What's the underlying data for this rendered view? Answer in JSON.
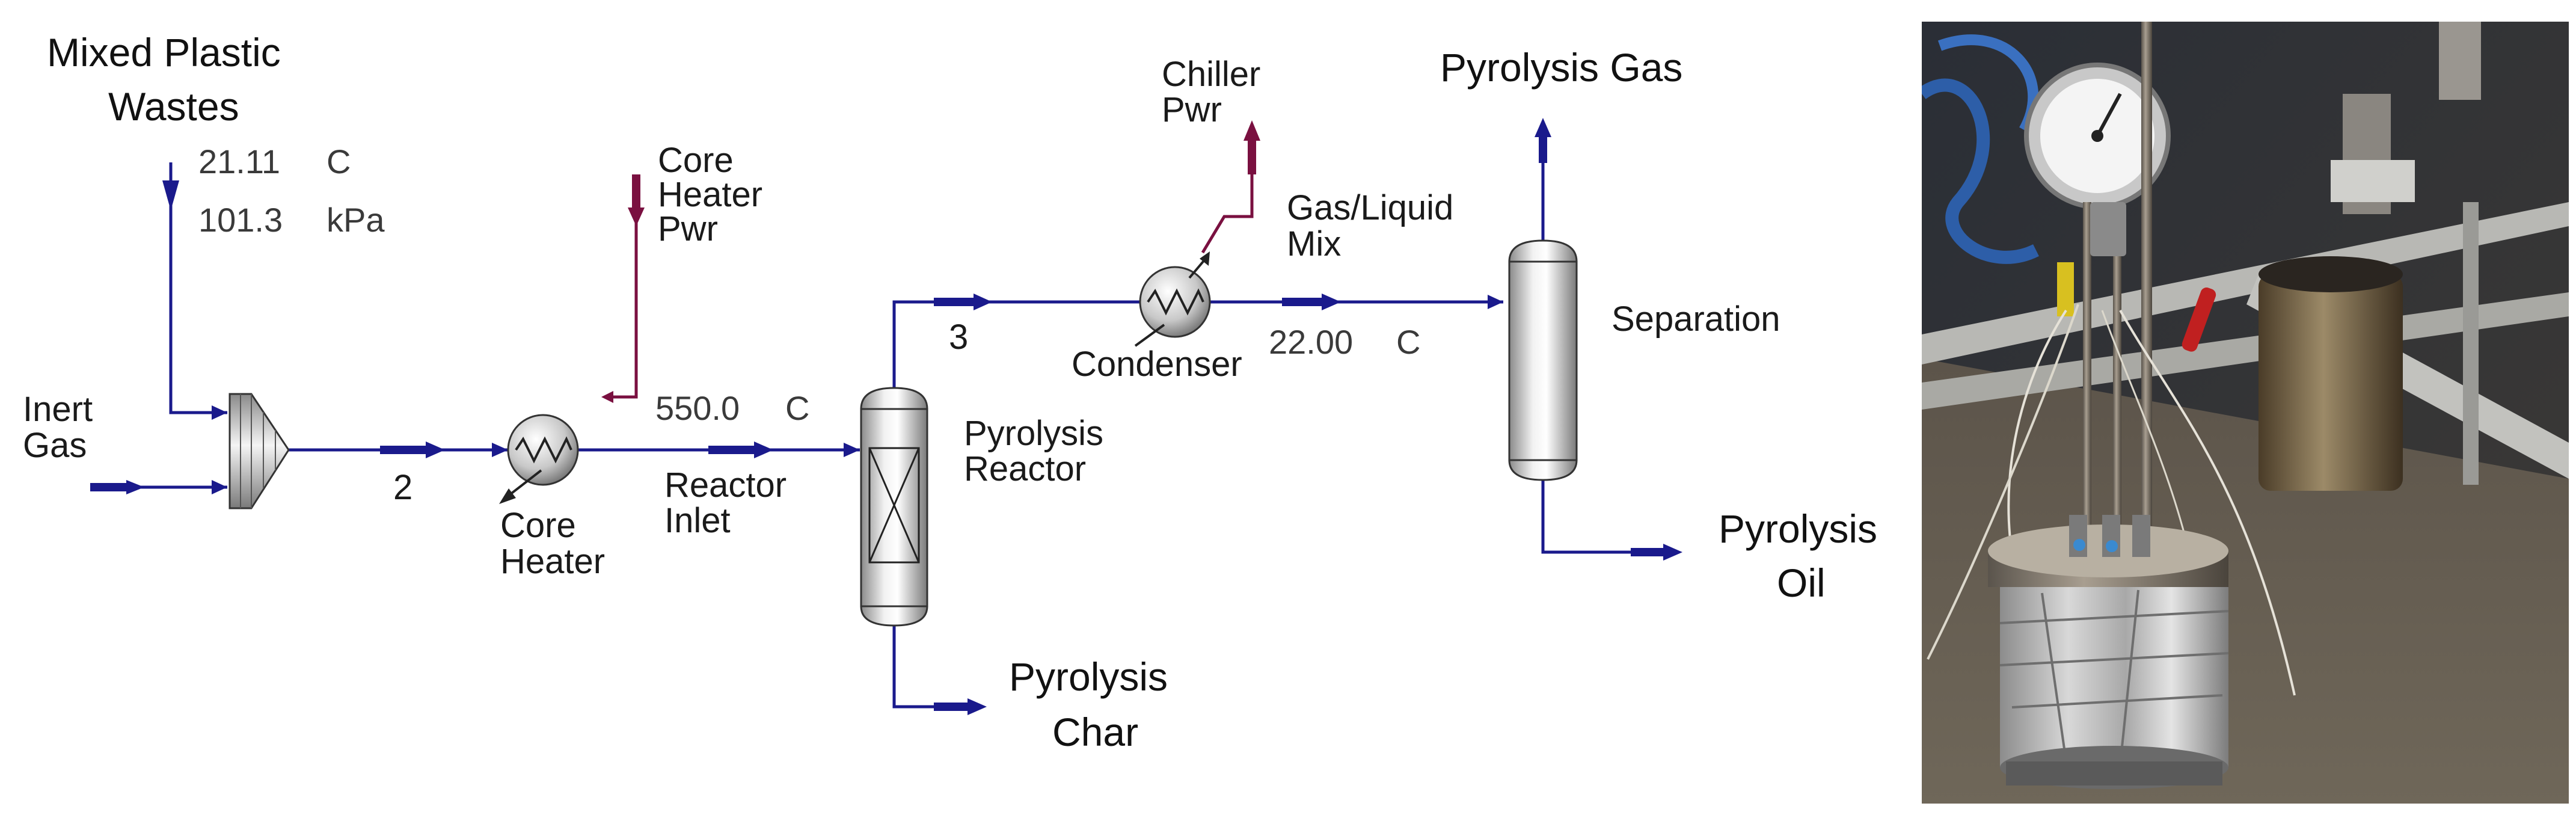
{
  "colors": {
    "stream": "#1a1a8c",
    "energy": "#7a1040",
    "photo_bg": "#3a3530"
  },
  "streams": {
    "feed_label_1": "Mixed Plastic",
    "feed_label_2": "Wastes",
    "feed_temp_value": "21.11",
    "feed_temp_unit": "C",
    "feed_press_value": "101.3",
    "feed_press_unit": "kPa",
    "inert_gas_1": "Inert",
    "inert_gas_2": "Gas",
    "s2": "2",
    "s3": "3",
    "reactor_inlet_1": "Reactor",
    "reactor_inlet_2": "Inlet",
    "reactor_inlet_temp_value": "550.0",
    "reactor_inlet_temp_unit": "C",
    "gas_liquid_1": "Gas/Liquid",
    "gas_liquid_2": "Mix",
    "gas_liquid_temp_value": "22.00",
    "gas_liquid_temp_unit": "C",
    "pyrolysis_gas": "Pyrolysis Gas",
    "pyrolysis_oil_1": "Pyrolysis",
    "pyrolysis_oil_2": "Oil",
    "pyrolysis_char_1": "Pyrolysis",
    "pyrolysis_char_2": "Char"
  },
  "energy": {
    "core_heater_pwr_1": "Core",
    "core_heater_pwr_2": "Heater",
    "core_heater_pwr_3": "Pwr",
    "chiller_pwr_1": "Chiller",
    "chiller_pwr_2": "Pwr"
  },
  "units": {
    "core_heater_1": "Core",
    "core_heater_2": "Heater",
    "reactor_1": "Pyrolysis",
    "reactor_2": "Reactor",
    "condenser": "Condenser",
    "separation": "Separation"
  }
}
